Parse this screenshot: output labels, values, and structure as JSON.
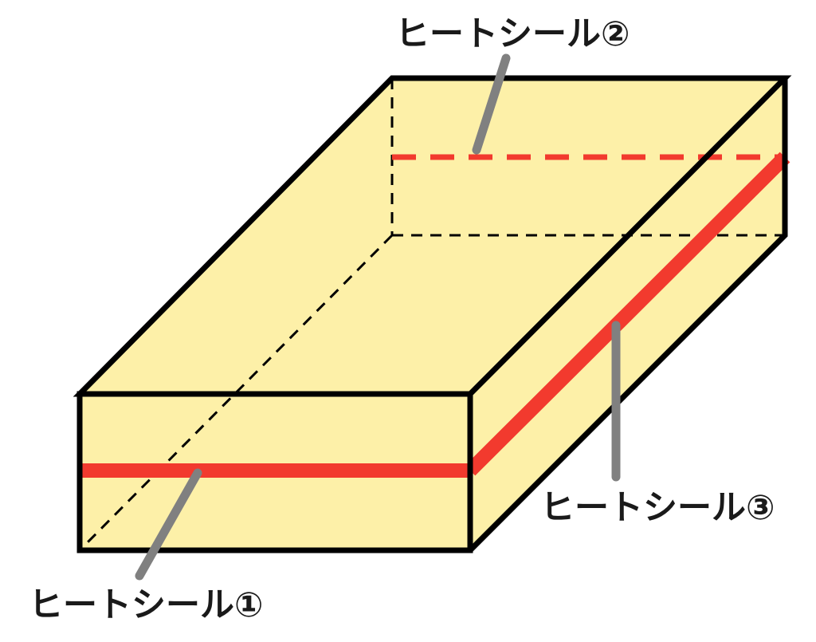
{
  "labels": {
    "seal1": "ヒートシール①",
    "seal2": "ヒートシール②",
    "seal3": "ヒートシール③"
  },
  "colors": {
    "box_fill": "#fdf0a8",
    "edge": "#000000",
    "seal": "#f23a2e",
    "leader": "#808080",
    "text": "#1a1a1a"
  }
}
